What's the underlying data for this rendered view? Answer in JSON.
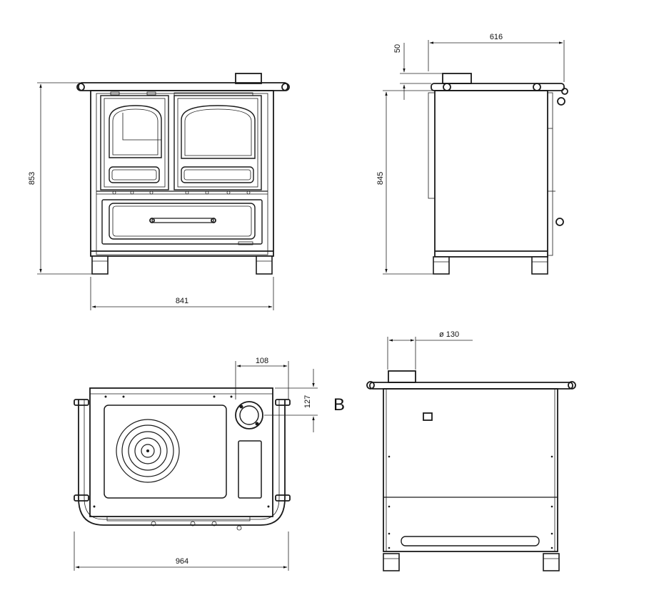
{
  "views": {
    "front": {
      "height_label": "853",
      "width_label": "841"
    },
    "side": {
      "depth_label": "616",
      "flue_offset_label": "50",
      "height_label": "845"
    },
    "top": {
      "flue_x_label": "108",
      "flue_y_label": "127",
      "width_label": "964"
    },
    "back": {
      "view_label": "B",
      "flue_diameter_label": "ø 130"
    }
  },
  "colors": {
    "line": "#1a1a1a",
    "background": "#ffffff"
  }
}
